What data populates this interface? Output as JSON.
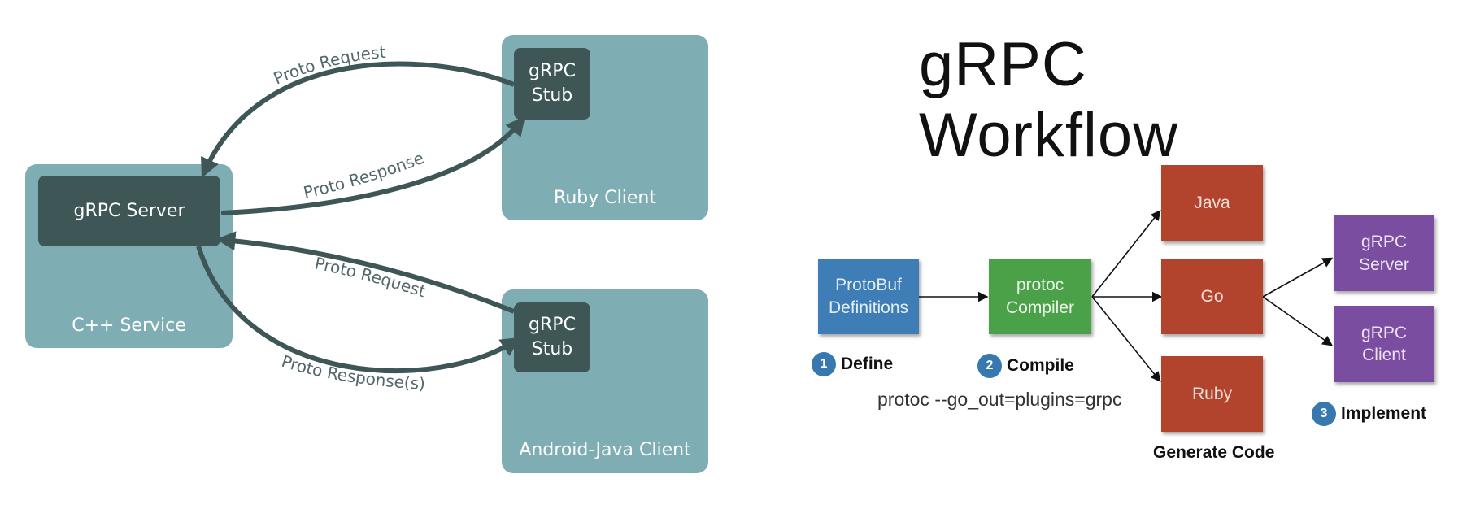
{
  "left_diagram": {
    "cpp_service_label": "C++ Service",
    "grpc_server_label": "gRPC Server",
    "ruby_client_label": "Ruby Client",
    "android_client_label": "Android-Java Client",
    "ruby_stub_label": "gRPC\nStub",
    "android_stub_label": "gRPC\nStub",
    "arrows": {
      "ruby_request": "Proto Request",
      "ruby_response": "Proto Response",
      "android_request": "Proto Request",
      "android_response": "Proto Response(s)"
    },
    "colors": {
      "panel": "#7eadb3",
      "dark_box": "#3e5656",
      "arrow": "#3e5656"
    }
  },
  "workflow": {
    "title": "gRPC Workflow",
    "protobuf_label": "ProtoBuf\nDefinitions",
    "protoc_label": "protoc\nCompiler",
    "java_label": "Java",
    "go_label": "Go",
    "ruby_label": "Ruby",
    "grpc_server_label": "gRPC\nServer",
    "grpc_client_label": "gRPC\nClient",
    "steps": [
      {
        "num": "1",
        "label": "Define"
      },
      {
        "num": "2",
        "label": "Compile"
      },
      {
        "num": "3",
        "label": "Implement"
      }
    ],
    "command": "protoc --go_out=plugins=grpc",
    "generate_label": "Generate Code",
    "colors": {
      "define": "#3f7db6",
      "compile": "#4ba147",
      "generate": "#b2432c",
      "implement": "#7a4da0"
    }
  }
}
